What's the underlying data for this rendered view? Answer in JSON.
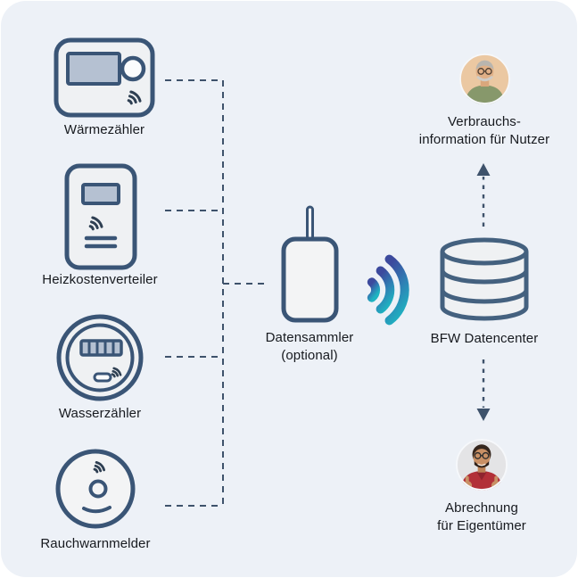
{
  "background": {
    "page": "#ffffff",
    "card": "#edf1f7"
  },
  "palette": {
    "outline": "#3a5576",
    "dash": "#3e526b",
    "device_fill": "#eff1f3",
    "display_fill": "#b5c1d2",
    "text": "#171a1f",
    "wifi_gradient_start": "#3c4a9d",
    "wifi_gradient_end": "#1eb4c1",
    "avatar_user_bg": "#ebc8a2",
    "avatar_owner_bg": "#e4e4e6"
  },
  "meters": [
    {
      "label": "Wärmezähler",
      "icon": "heat-meter-icon"
    },
    {
      "label": "Heizkostenverteiler",
      "icon": "heat-cost-allocator-icon"
    },
    {
      "label": "Wasserzähler",
      "icon": "water-meter-icon"
    },
    {
      "label": "Rauchwarnmelder",
      "icon": "smoke-detector-icon"
    }
  ],
  "collector": {
    "label": "Datensammler",
    "sublabel": "(optional)",
    "icon": "data-collector-icon"
  },
  "transmission": {
    "icon": "wireless-signal-icon"
  },
  "datacenter": {
    "label": "BFW Datencenter",
    "icon": "database-icon"
  },
  "outputs": [
    {
      "line1": "Verbrauchs-",
      "line2": "information für Nutzer",
      "icon": "user-avatar"
    },
    {
      "line1": "Abrechnung",
      "line2": "für Eigentümer",
      "icon": "owner-avatar"
    }
  ]
}
